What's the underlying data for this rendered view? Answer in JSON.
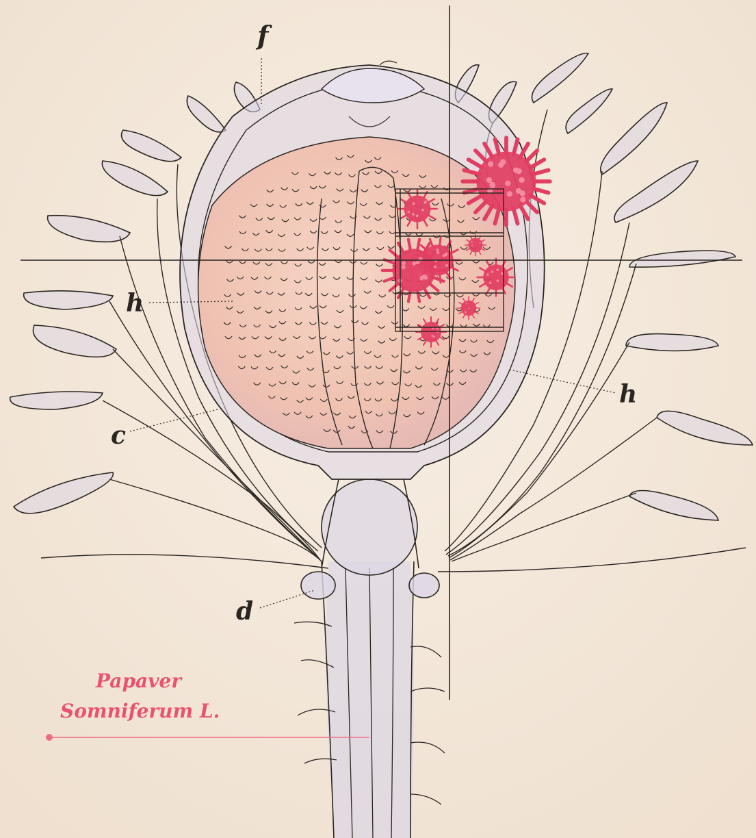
{
  "figure": {
    "labels": {
      "f": "f",
      "h_left": "h",
      "h_right": "h",
      "c": "c",
      "d": "d"
    },
    "caption": {
      "line1": "Papaver",
      "line2": "Somniferum L."
    }
  },
  "colors": {
    "paper": "#f4e9dc",
    "ink": "#2a2520",
    "capsule": "#f2c9b8",
    "lavender": "#dcd6e6",
    "virus": "#e23d62",
    "accent": "#ec6f86"
  }
}
